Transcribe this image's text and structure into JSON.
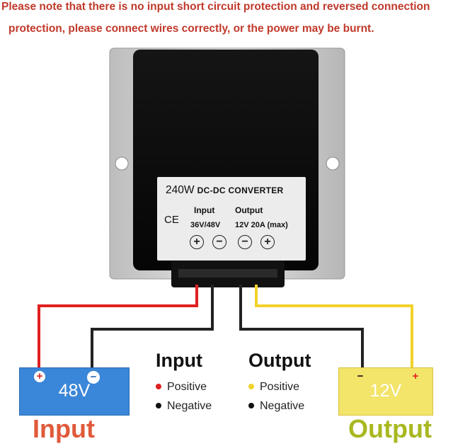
{
  "notice": {
    "line1": "Please note that there is no input short circuit protection and reversed connection",
    "line2": "protection, please connect wires correctly, or the power may be burnt."
  },
  "device_label": {
    "power": "240W",
    "name": "DC-DC CONVERTER",
    "ce_mark": "CE",
    "input_heading": "Input",
    "output_heading": "Output",
    "input_voltage": "36V/48V",
    "output_spec": "12V  20A (max)",
    "terminals": [
      "+",
      "−",
      "−",
      "+"
    ]
  },
  "input_battery": {
    "voltage": "48V",
    "positive_sign": "+",
    "negative_sign": "−",
    "color": "#3a86d8"
  },
  "output_battery": {
    "voltage": "12V",
    "negative_sign": "−",
    "positive_sign": "+",
    "color": "#f3e46a"
  },
  "legend": {
    "input": {
      "title": "Input",
      "positive": "Positive",
      "negative": "Negative"
    },
    "output": {
      "title": "Output",
      "positive": "Positive",
      "negative": "Negative"
    }
  },
  "captions": {
    "input": "Input",
    "output": "Output"
  },
  "colors": {
    "warning": "#c0392b",
    "input_caption": "#e05a3a",
    "output_caption": "#a8b820",
    "wire_red": "#e02020",
    "wire_black": "#222222",
    "wire_yellow": "#f2d22a"
  }
}
